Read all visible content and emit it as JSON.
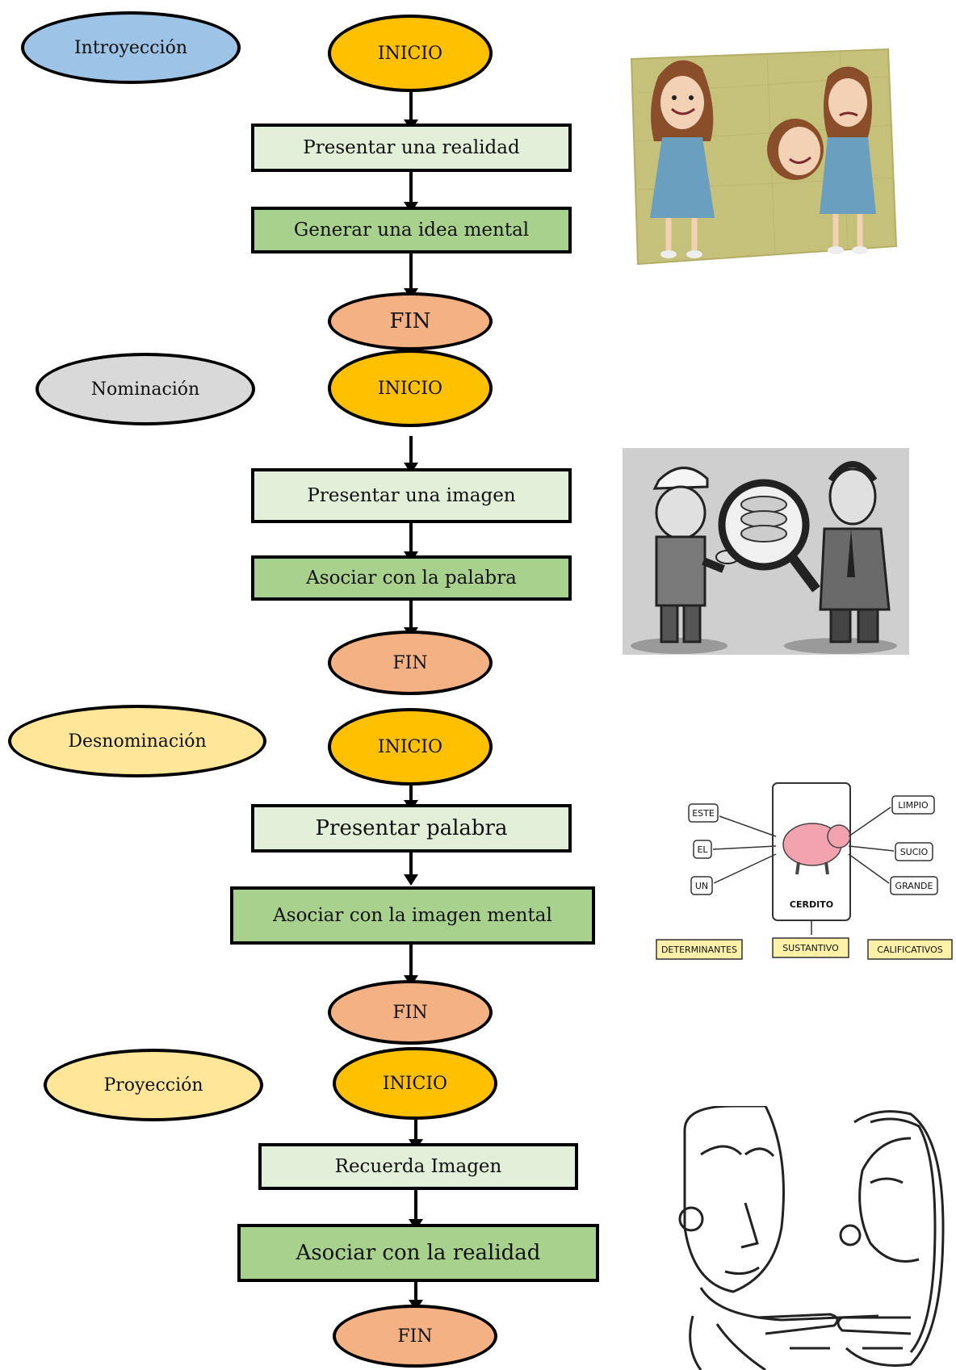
{
  "sections": [
    {
      "label": "Introyección",
      "label_color": "#9dc3e6",
      "start": "INICIO",
      "step1": "Presentar una realidad",
      "step2": "Generar una idea mental",
      "end": "FIN",
      "illustration": "two-girls-illustration"
    },
    {
      "label": "Nominación",
      "label_color": "#d9d9d9",
      "start": "INICIO",
      "step1": "Presentar una imagen",
      "step2": "Asociar con la palabra",
      "end": "FIN",
      "illustration": "magnifying-glass-coins-cartoon"
    },
    {
      "label": "Desnominación",
      "label_color": "#ffe699",
      "start": "INICIO",
      "step1": "Presentar palabra",
      "step2": "Asociar con la imagen mental",
      "end": "FIN",
      "illustration": "pig-word-map"
    },
    {
      "label": "Proyección",
      "label_color": "#ffe699",
      "start": "INICIO",
      "step1": "Recuerda Imagen",
      "step2": "Asociar con la realidad",
      "end": "FIN",
      "illustration": "mirror-cartoon"
    }
  ],
  "pig_map": {
    "determiners": [
      "ESTE",
      "EL",
      "UN"
    ],
    "noun": "CERDITO",
    "qualifiers": [
      "LIMPIO",
      "SUCIO",
      "GRANDE"
    ],
    "category_determiners": "DETERMINANTES",
    "category_noun": "SUSTANTIVO",
    "category_qualifiers": "CALIFICATIVOS"
  }
}
